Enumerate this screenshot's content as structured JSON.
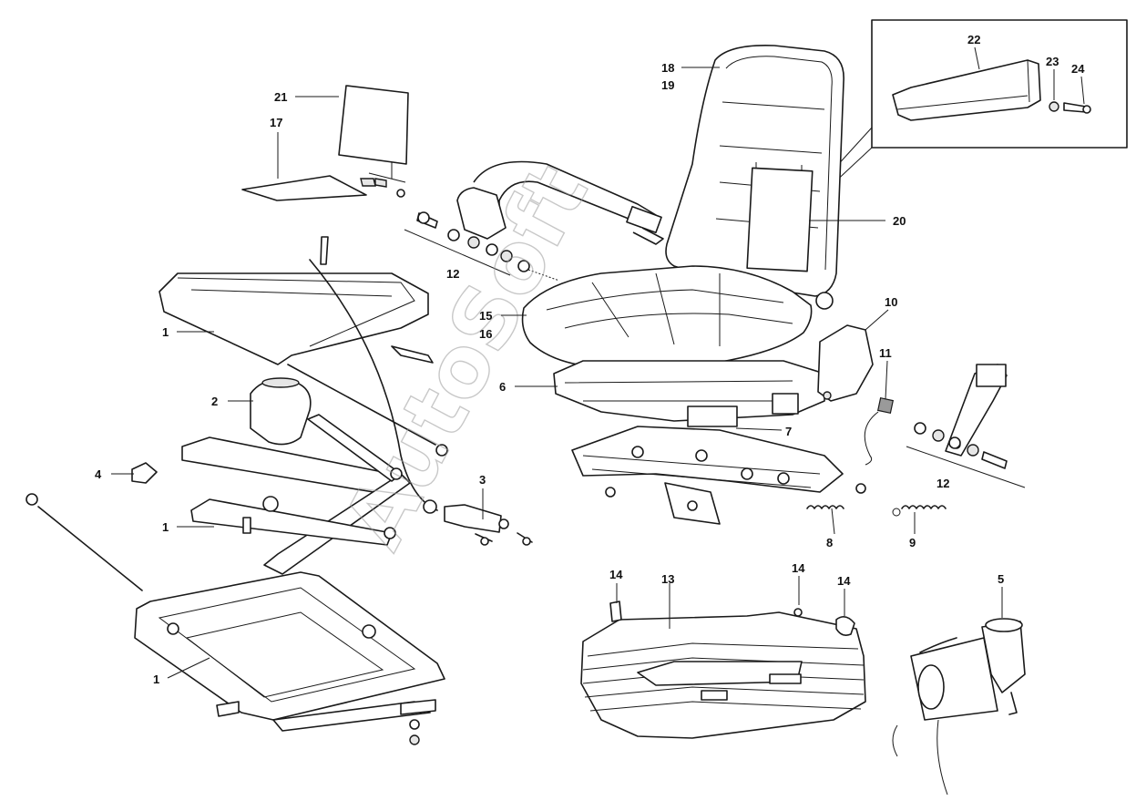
{
  "watermark": "AutoSoft",
  "callouts": {
    "c1a": "1",
    "c1b": "1",
    "c1c": "1",
    "c2": "2",
    "c3": "3",
    "c4": "4",
    "c5": "5",
    "c6": "6",
    "c7": "7",
    "c8": "8",
    "c9": "9",
    "c10": "10",
    "c11": "11",
    "c12a": "12",
    "c12b": "12",
    "c13": "13",
    "c14a": "14",
    "c14b": "14",
    "c14c": "14",
    "c15": "15",
    "c16": "16",
    "c17": "17",
    "c18": "18",
    "c19": "19",
    "c20": "20",
    "c21": "21",
    "c22": "22",
    "c23": "23",
    "c24": "24"
  }
}
